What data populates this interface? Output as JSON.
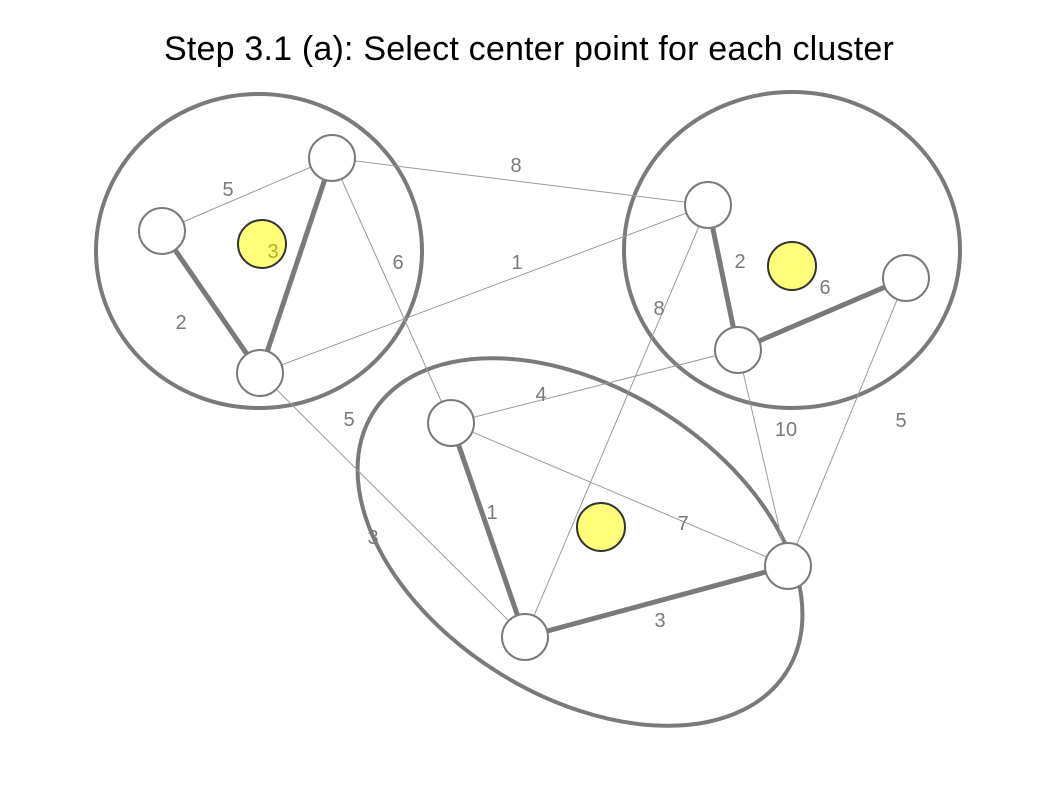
{
  "title": "Step 3.1 (a): Select center point for each cluster",
  "colors": {
    "node_stroke": "#7a7a7a",
    "node_fill": "#ffffff",
    "center_fill": "#ffff7a",
    "center_stroke": "#333333",
    "cluster_stroke": "#7a7a7a",
    "thick_edge": "#7a7a7a",
    "thin_edge": "#9a9a9a",
    "label": "#7a7a7a",
    "center_label": "#b0b020"
  },
  "clusters": [
    {
      "name": "cluster-top-left"
    },
    {
      "name": "cluster-top-right"
    },
    {
      "name": "cluster-bottom"
    }
  ],
  "nodes": [
    {
      "id": "A"
    },
    {
      "id": "B"
    },
    {
      "id": "C"
    },
    {
      "id": "D"
    },
    {
      "id": "E"
    },
    {
      "id": "F"
    },
    {
      "id": "G"
    },
    {
      "id": "H"
    },
    {
      "id": "I"
    }
  ],
  "centers": [
    {
      "cluster": "cluster-top-left"
    },
    {
      "cluster": "cluster-top-right"
    },
    {
      "cluster": "cluster-bottom"
    }
  ],
  "edges": [
    {
      "from": "A",
      "to": "B",
      "weight": "5",
      "thick": false
    },
    {
      "from": "A",
      "to": "C",
      "weight": "2",
      "thick": true
    },
    {
      "from": "B",
      "to": "C",
      "weight": "3",
      "thick": true
    },
    {
      "from": "B",
      "to": "D",
      "weight": "8",
      "thick": false
    },
    {
      "from": "B",
      "to": "G",
      "weight": "6",
      "thick": false
    },
    {
      "from": "C",
      "to": "D",
      "weight": "1",
      "thick": false
    },
    {
      "from": "C",
      "to": "H",
      "weight": "3",
      "thick": false
    },
    {
      "from": "D",
      "to": "E",
      "weight": "2",
      "thick": true
    },
    {
      "from": "E",
      "to": "F",
      "weight": "6",
      "thick": true
    },
    {
      "from": "D",
      "to": "H",
      "weight": "8",
      "thick": false
    },
    {
      "from": "E",
      "to": "G",
      "weight": "4",
      "thick": false
    },
    {
      "from": "E",
      "to": "I",
      "weight": "10",
      "thick": false
    },
    {
      "from": "F",
      "to": "I",
      "weight": "5",
      "thick": false
    },
    {
      "from": "G",
      "to": "H",
      "weight": "1",
      "thick": true
    },
    {
      "from": "G",
      "to": "I",
      "weight": "7",
      "thick": false
    },
    {
      "from": "H",
      "to": "I",
      "weight": "3",
      "thick": true
    }
  ],
  "extra_labels": [
    {
      "text": "5"
    }
  ]
}
